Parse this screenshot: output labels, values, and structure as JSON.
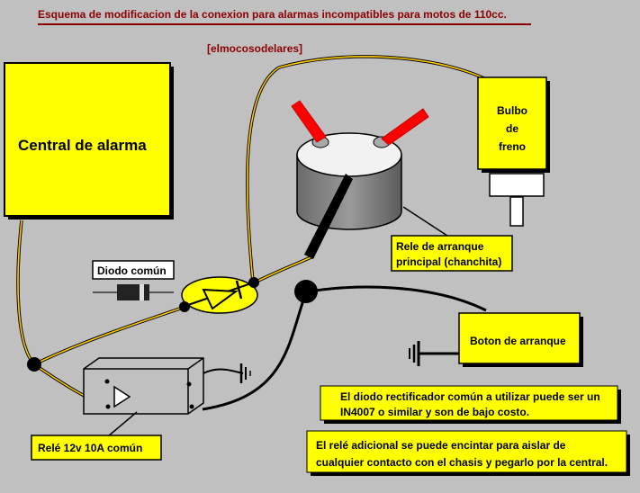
{
  "header": {
    "title": "Esquema de modificacion de la conexion para alarmas incompatibles para motos de 110cc.",
    "watermark": "[elmocosodelares]"
  },
  "components": {
    "alarm_central": "Central de alarma",
    "brake_bulb": {
      "line1": "Bulbo",
      "line2": "de",
      "line3": "freno"
    },
    "main_relay": {
      "line1": "Rele de arranque",
      "line2": "principal (chanchita)"
    },
    "diode": "Diodo común",
    "aux_relay": "Relé 12v 10A común",
    "start_button": "Boton de arranque"
  },
  "notes": {
    "diode_note": {
      "line1": "El diodo rectificador común a utilizar puede ser un",
      "line2": "IN4007 o similar y son de bajo costo."
    },
    "relay_note": {
      "line1": "El relé adicional se puede encintar para aislar de",
      "line2": "cualquier contacto con el chasis y pegarlo por la central."
    }
  },
  "colors": {
    "background": "#c0c0c0",
    "box_fill": "#ffff00",
    "title_text": "#8b0000",
    "wire_yellow": "#ffcc00",
    "wire_black": "#000000",
    "terminal_red": "#ff0000"
  }
}
